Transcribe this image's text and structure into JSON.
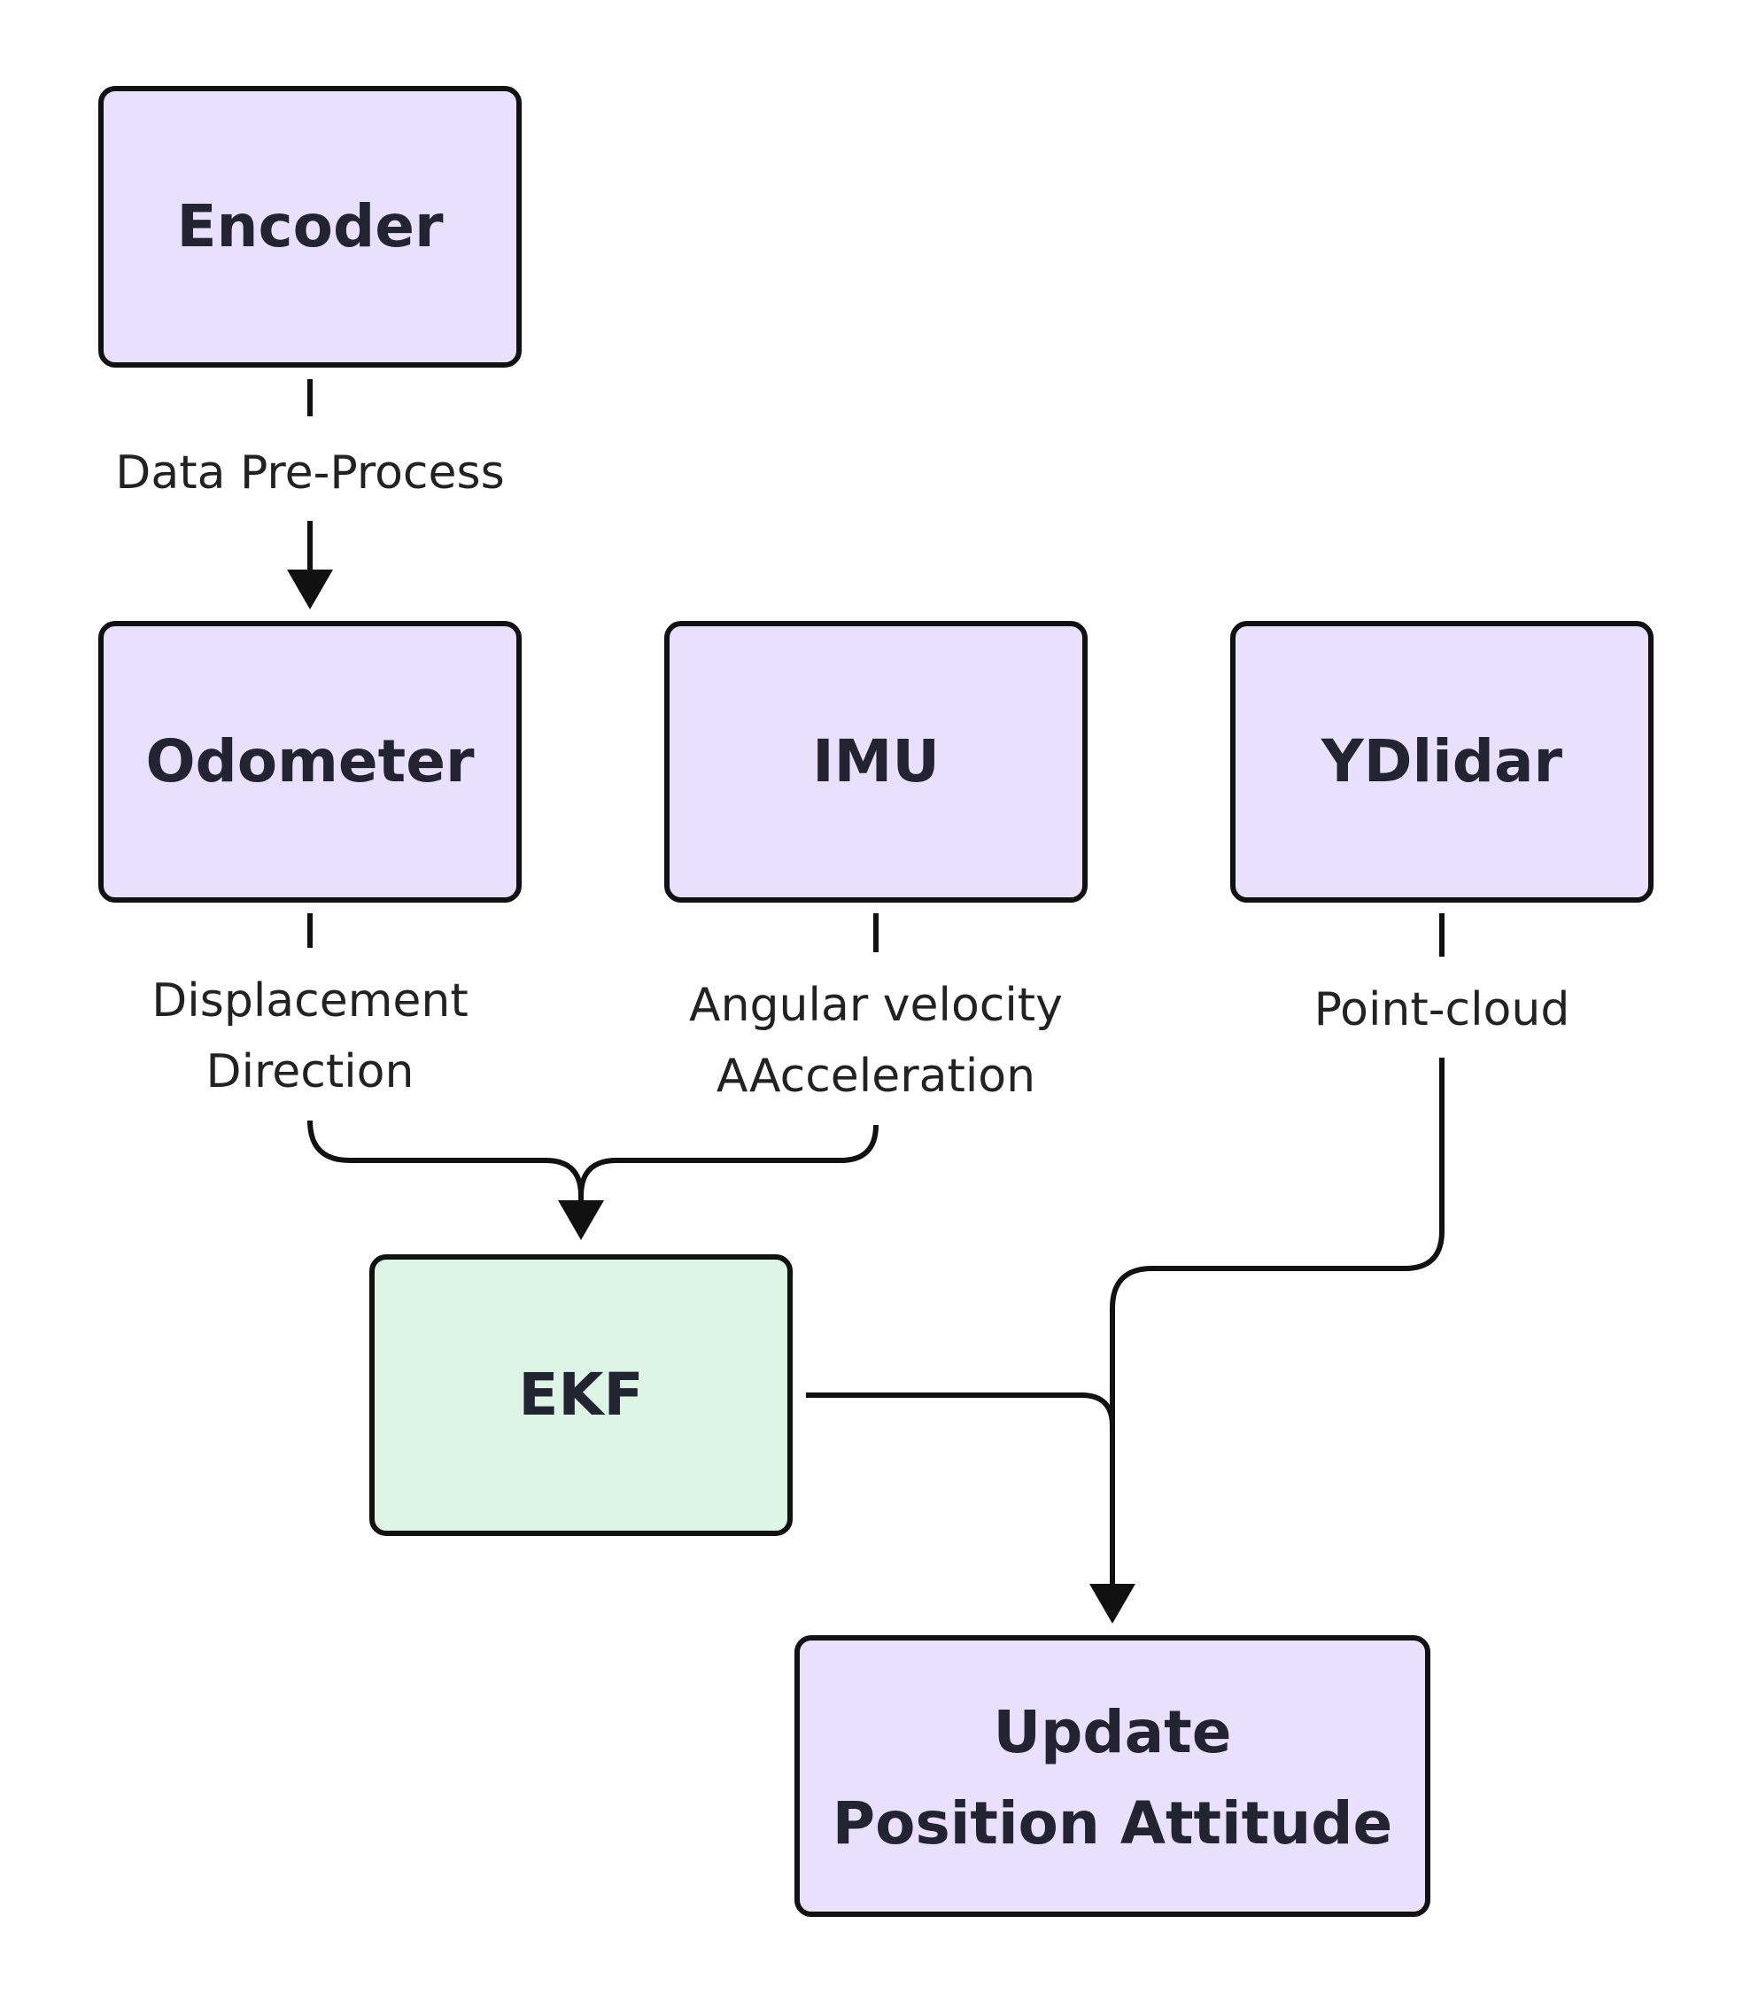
{
  "nodes": {
    "encoder": "Encoder",
    "odometer": "Odometer",
    "imu": "IMU",
    "ydlidar": "YDlidar",
    "ekf": "EKF",
    "update_line1": "Update",
    "update_line2": "Position Attitude"
  },
  "edges": {
    "encoder_to_odometer": "Data Pre-Process",
    "odometer_line1": "Displacement",
    "odometer_line2": "Direction",
    "imu_line1": "Angular velocity",
    "imu_line2": "AAcceleration",
    "ydlidar_label": "Point-cloud"
  },
  "colors": {
    "process_node_fill": "#e8e0fc",
    "filter_node_fill": "#ddf5e4",
    "stroke": "#111111",
    "text": "#222432"
  }
}
